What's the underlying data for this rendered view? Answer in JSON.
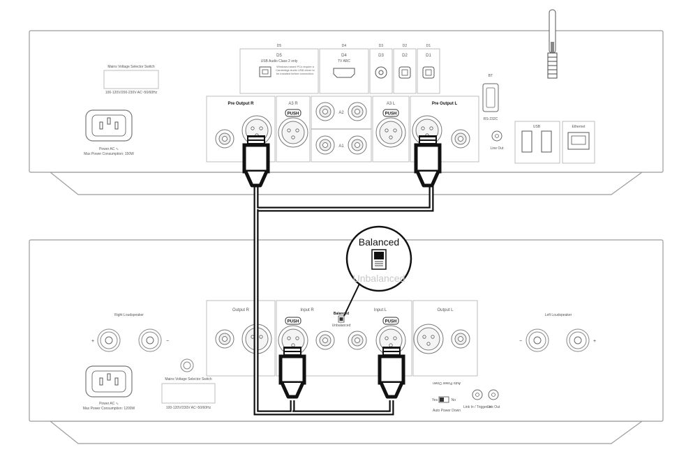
{
  "preamp": {
    "sections": {
      "d1": "D1",
      "d2": "D2",
      "d3": "D3",
      "d4": "D4",
      "d5": "D5"
    },
    "usb_audio_label": "USB Audio Class 2 only",
    "windows_note": "Windows based PCs require a Cambridge Audio USB driver to be installed before connection.",
    "tv_arc_label": "TV ARC",
    "mains_selector_label": "Mains Voltage Selector Switch",
    "mains_voltage_label": "100-120V/200-230V AC~50/60Hz",
    "power_ac_label": "Power AC ∿",
    "max_power_label": "Max Power Consumption: 150W",
    "pre_output_r": "Pre Output R",
    "pre_output_l": "Pre Output L",
    "a3r": "A3 R",
    "a3l": "A3 L",
    "a1": "A1",
    "a2": "A2",
    "push": "PUSH",
    "bt_label": "BT",
    "rs232_label": "RS-232C",
    "line_out_label": "Line Out",
    "usb_label": "USB",
    "ethernet_label": "Ethernet"
  },
  "poweramp": {
    "right_loudspeaker": "Right Loudspeaker",
    "left_loudspeaker": "Left Loudspeaker",
    "plus": "+",
    "minus": "−",
    "output_r": "Output R",
    "output_l": "Output L",
    "input_r": "Input R",
    "input_l": "Input L",
    "balanced_small": "Balanced",
    "unbalanced_small": "Unbalanced",
    "push": "PUSH",
    "mains_selector_label": "Mains Voltage Selector Switch",
    "mains_voltage_label": "100-120V/230V AC~50/60Hz",
    "power_ac_label": "Power AC ∿",
    "max_power_label": "Max Power Consumption: 1200W",
    "auto_power_down": "Auto Power Down",
    "yes": "Yes",
    "no": "No",
    "link_trigger": "Link In / Trigger In",
    "link_out": "Link Out"
  },
  "callout": {
    "balanced": "Balanced",
    "unbalanced": "Unbalanced"
  },
  "colors": {
    "outline": "#9a9a9a",
    "cable": "#111111",
    "background": "#ffffff"
  }
}
